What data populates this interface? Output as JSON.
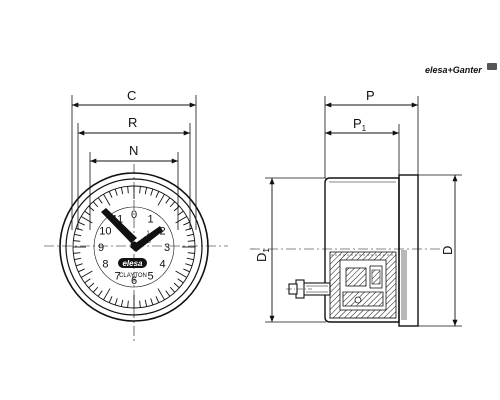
{
  "brand": {
    "logo_text": "elesa+Ganter"
  },
  "front_view": {
    "dims": {
      "C": "C",
      "R": "R",
      "N": "N"
    },
    "dial_numbers": [
      "0",
      "1",
      "2",
      "3",
      "4",
      "5",
      "6",
      "7",
      "8",
      "9",
      "10",
      "11"
    ],
    "dial_label": "elesa",
    "dial_sublabel": "CLAYTON",
    "fraction_num": "1",
    "fraction_den": "10"
  },
  "side_view": {
    "dims": {
      "P": "P",
      "P1_main": "P",
      "P1_sub": "1",
      "D": "D",
      "D1_main": "D",
      "D1_sub": "1"
    }
  }
}
